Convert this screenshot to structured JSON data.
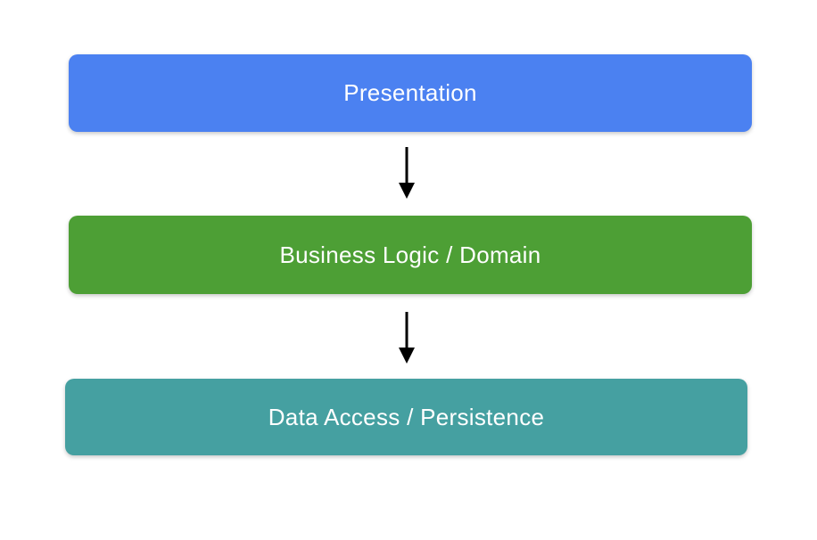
{
  "canvas": {
    "background": "#ffffff"
  },
  "diagram": {
    "type": "layered-architecture-flow",
    "arrow_color": "#000000",
    "layers": [
      {
        "label": "Presentation",
        "color": "#4b81f1",
        "text_color": "#ffffff"
      },
      {
        "label": "Business Logic / Domain",
        "color": "#4d9f35",
        "text_color": "#ffffff"
      },
      {
        "label": "Data Access / Persistence",
        "color": "#45a0a1",
        "text_color": "#ffffff"
      }
    ],
    "connections": [
      {
        "from": "Presentation",
        "to": "Business Logic / Domain",
        "direction": "down"
      },
      {
        "from": "Business Logic / Domain",
        "to": "Data Access / Persistence",
        "direction": "down"
      }
    ]
  }
}
